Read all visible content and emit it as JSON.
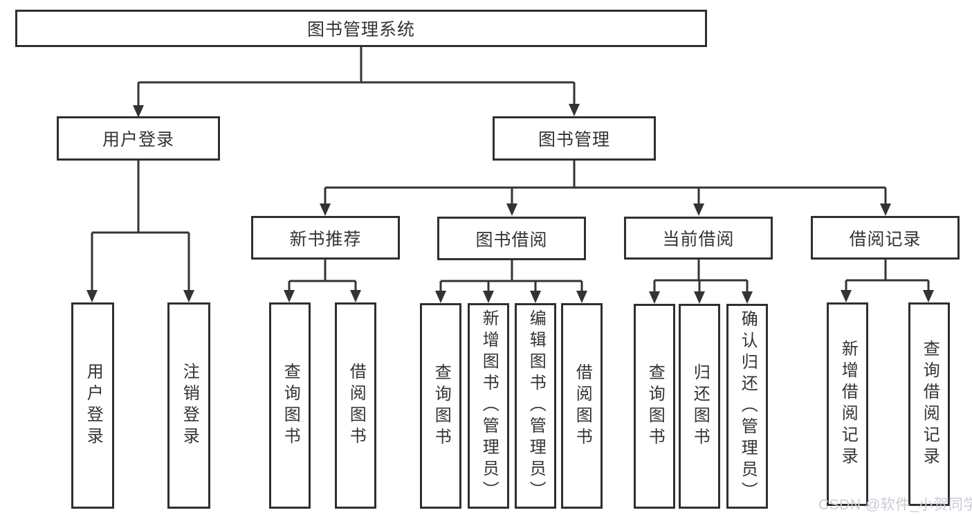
{
  "colors": {
    "line": "#333333",
    "node_border": "#2f2f2f",
    "node_bg": "#ffffff",
    "text": "#333333",
    "watermark": "#c9ccd4",
    "background": "#ffffff"
  },
  "watermark": {
    "text": "CSDN @软件_小贺同学"
  },
  "tree": {
    "root": {
      "label": "图书管理系统",
      "children": [
        {
          "label": "用户登录",
          "children": [
            {
              "label": "用户登录"
            },
            {
              "label": "注销登录"
            }
          ]
        },
        {
          "label": "图书管理",
          "children": [
            {
              "label": "新书推荐",
              "children": [
                {
                  "label": "查询图书"
                },
                {
                  "label": "借阅图书"
                }
              ]
            },
            {
              "label": "图书借阅",
              "children": [
                {
                  "label": "查询图书"
                },
                {
                  "label": "新增图书（管理员）"
                },
                {
                  "label": "编辑图书（管理员）"
                },
                {
                  "label": "借阅图书"
                }
              ]
            },
            {
              "label": "当前借阅",
              "children": [
                {
                  "label": "查询图书"
                },
                {
                  "label": "归还图书"
                },
                {
                  "label": "确认归还（管理员）"
                }
              ]
            },
            {
              "label": "借阅记录",
              "children": [
                {
                  "label": "新增借阅记录"
                },
                {
                  "label": "查询借阅记录"
                }
              ]
            }
          ]
        }
      ]
    }
  }
}
